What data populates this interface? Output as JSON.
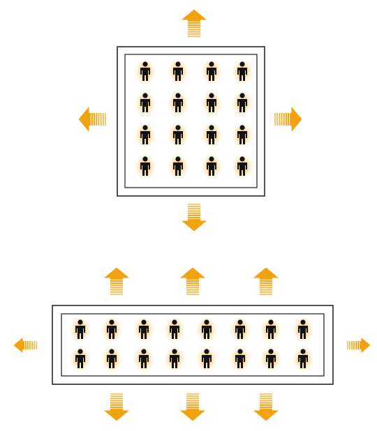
{
  "colors": {
    "background": "#ffffff",
    "arrow": "#f2a20f",
    "arrow_dark": "#e8930a",
    "person": "#111111",
    "glow": "#f3c46a",
    "frame": "#1a1a1a"
  },
  "icons": {
    "person": "person-icon",
    "arrow": "arrow-icon"
  },
  "diagrams": [
    {
      "name": "square-room",
      "rows": 4,
      "cols": 4,
      "arrows": [
        "up",
        "down",
        "left",
        "right"
      ]
    },
    {
      "name": "long-room",
      "rows": 2,
      "cols": 8,
      "arrows": [
        "up",
        "up",
        "up",
        "down",
        "down",
        "down",
        "left",
        "right"
      ]
    }
  ]
}
